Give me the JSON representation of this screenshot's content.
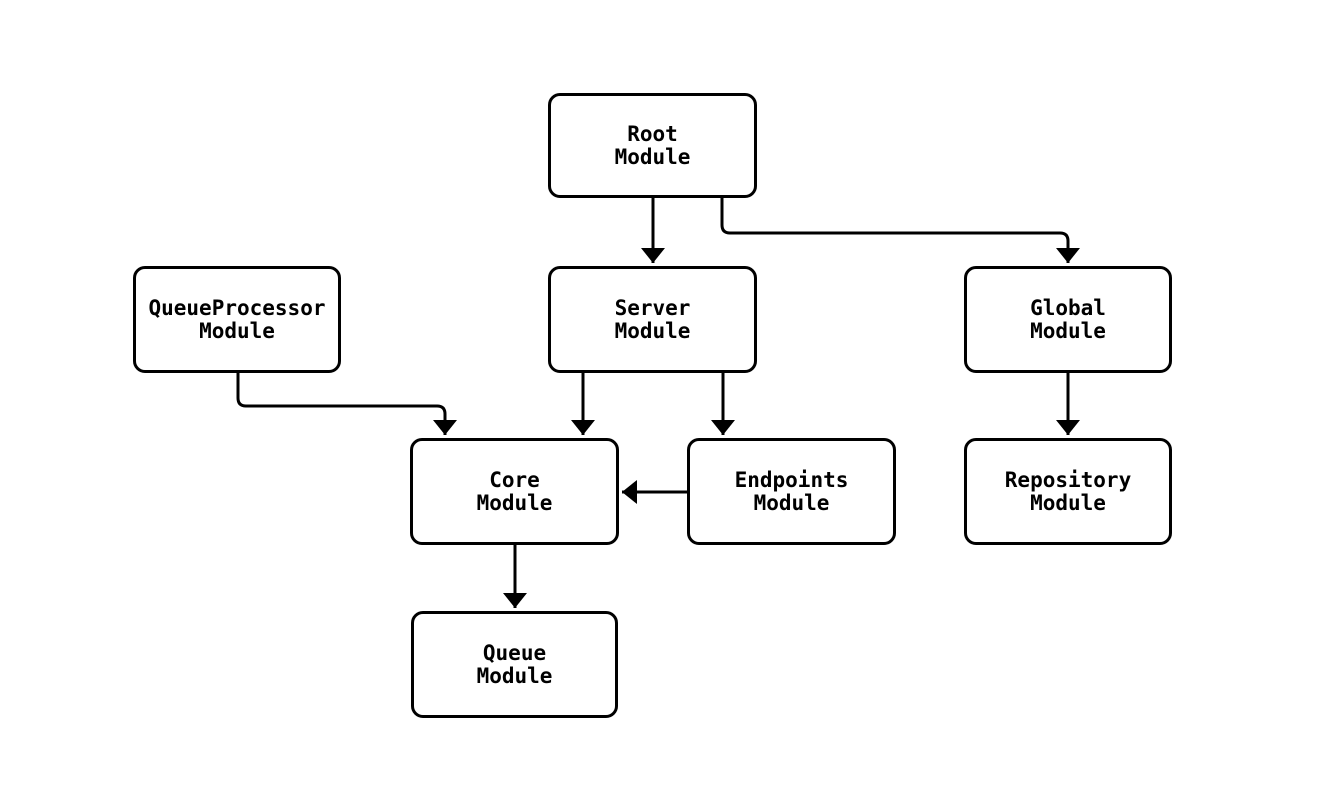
{
  "diagram": {
    "type": "flowchart-module-dependency",
    "background_color": "#ffffff",
    "node_fill_color": "#ffffff",
    "node_border_color": "#000000",
    "edge_color": "#000000",
    "text_color": "#000000",
    "nodes": [
      {
        "id": "root",
        "label": "Root Module",
        "line1": "Root",
        "line2": "Module"
      },
      {
        "id": "queueprocessor",
        "label": "QueueProcessor Module",
        "line1": "QueueProcessor",
        "line2": "Module"
      },
      {
        "id": "server",
        "label": "Server Module",
        "line1": "Server",
        "line2": "Module"
      },
      {
        "id": "global",
        "label": "Global Module",
        "line1": "Global",
        "line2": "Module"
      },
      {
        "id": "core",
        "label": "Core Module",
        "line1": "Core",
        "line2": "Module"
      },
      {
        "id": "endpoints",
        "label": "Endpoints Module",
        "line1": "Endpoints",
        "line2": "Module"
      },
      {
        "id": "repository",
        "label": "Repository Module",
        "line1": "Repository",
        "line2": "Module"
      },
      {
        "id": "queue",
        "label": "Queue Module",
        "line1": "Queue",
        "line2": "Module"
      }
    ],
    "edges": [
      {
        "from": "Root Module",
        "to": "Server Module"
      },
      {
        "from": "Root Module",
        "to": "Global Module"
      },
      {
        "from": "QueueProcessor Module",
        "to": "Core Module"
      },
      {
        "from": "Server Module",
        "to": "Core Module"
      },
      {
        "from": "Server Module",
        "to": "Endpoints Module"
      },
      {
        "from": "Endpoints Module",
        "to": "Core Module"
      },
      {
        "from": "Global Module",
        "to": "Repository Module"
      },
      {
        "from": "Core Module",
        "to": "Queue Module"
      }
    ]
  }
}
